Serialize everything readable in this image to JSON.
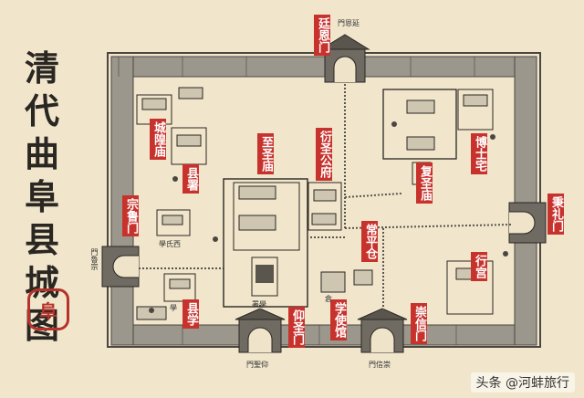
{
  "title": [
    "清",
    "代",
    "曲",
    "阜",
    "县",
    "城",
    "图"
  ],
  "seal": "阜",
  "labels": {
    "tingen_gate": "廷恩门",
    "yili_gate": "秉礼门",
    "zonglu_gate": "宗鲁门",
    "chongxin_gate": "崇信门",
    "yusheng_gate": "仰圣门",
    "chenghuang_temple": "城隍庙",
    "county_office": "县署",
    "confucius_temple": "至圣庙",
    "yansheng_mansion": "衍圣公府",
    "changping_granary": "常平仓",
    "county_school": "县学",
    "education_office": "学使馆",
    "scholar_residence": "博士宅",
    "fusheng_temple": "复圣庙",
    "palace": "行宫"
  },
  "small_text": {
    "north_gate": "門恩延",
    "west_gate": "門魯宗",
    "south_gate_left": "門聖仰",
    "south_gate_right": "門信崇",
    "academy": "學氏西",
    "granary_small": "倉",
    "school_small": "學",
    "hall_small": "署學"
  },
  "watermark": "头条 @河蚌旅行",
  "colors": {
    "wall": "#6a665e",
    "wall_fill": "#9c978c",
    "paper": "#f1e6cc",
    "tag": "#c8322d",
    "ink": "#2a2622"
  }
}
